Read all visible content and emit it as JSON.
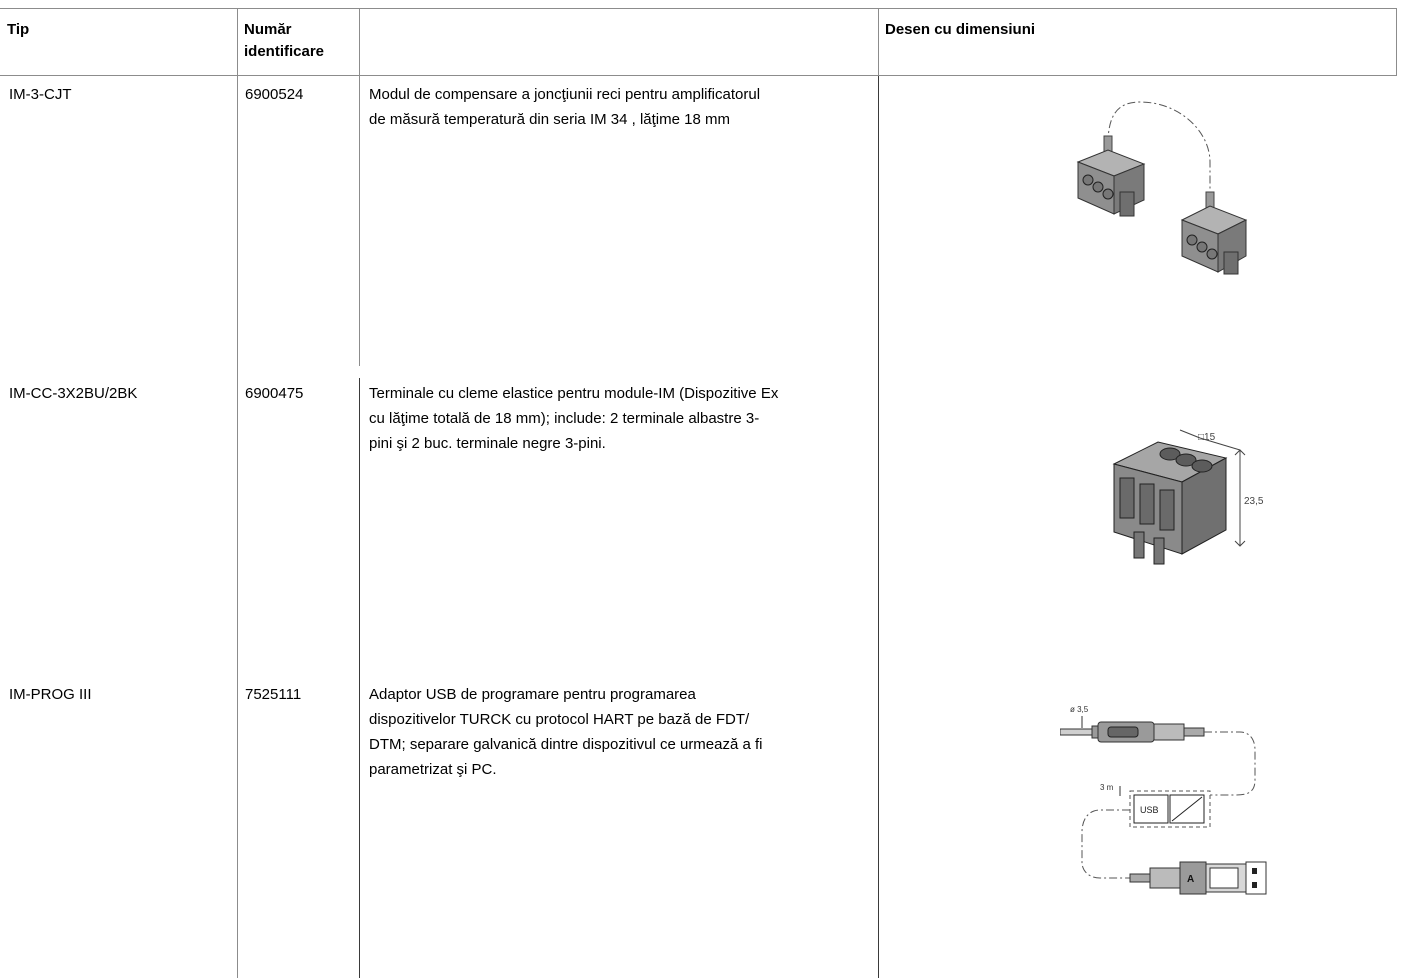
{
  "header": {
    "col_type": "Tip",
    "col_id": "Număr identificare",
    "col_desc": "",
    "col_drawing": "Desen cu dimensiuni"
  },
  "rows": [
    {
      "type": "IM-3-CJT",
      "id": "6900524",
      "desc_lines": [
        "Modul de compensare a joncţiunii reci pentru amplificatorul",
        "de măsură temperatură din seria IM 34 , lăţime 18 mm"
      ],
      "drawing_icon": "terminal-blocks-pair-icon"
    },
    {
      "type": "IM-CC-3X2BU/2BK",
      "id": "6900475",
      "desc_lines": [
        "Terminale cu cleme elastice pentru module-IM (Dispozitive Ex",
        "cu lăţime totală de 18 mm); include: 2 terminale albastre 3-",
        "pini şi 2 buc. terminale negre 3-pini."
      ],
      "drawing_icon": "spring-clamp-terminal-icon",
      "dim_width": "□15",
      "dim_height": "23,5"
    },
    {
      "type": "IM-PROG III",
      "id": "7525111",
      "desc_lines": [
        "Adaptor USB de programare pentru programarea",
        "dispozitivelor TURCK cu protocol HART pe bază de FDT/",
        "DTM; separare galvanică dintre dispozitivul ce urmează a fi",
        "parametrizat şi PC."
      ],
      "drawing_icon": "usb-adapter-icon",
      "dim_plug": "ø 3,5",
      "dim_cable": "3 m",
      "usb_label": "USB",
      "connector_label": "A"
    }
  ],
  "colors": {
    "rule": "#8c8c8c",
    "device_gray": "#8a8a8a"
  }
}
